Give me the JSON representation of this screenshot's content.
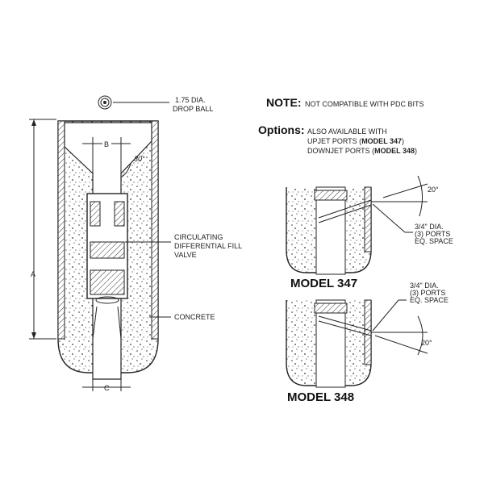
{
  "drop_ball": {
    "line1": "1.75 DIA.",
    "line2": "DROP BALL"
  },
  "dimensions": {
    "a": "A",
    "b": "B",
    "c": "C",
    "angle_main": "30°"
  },
  "callouts": {
    "valve_line1": "CIRCULATING",
    "valve_line2": "DIFFERENTIAL FILL",
    "valve_line3": "VALVE",
    "concrete": "CONCRETE"
  },
  "note": {
    "label": "NOTE:",
    "text": "NOT COMPATIBLE WITH PDC BITS"
  },
  "options": {
    "label": "Options:",
    "line1": "ALSO AVAILABLE WITH",
    "line2_prefix": "UPJET PORTS (",
    "line2_model": "MODEL 347",
    "line2_suffix": ")",
    "line3_prefix": "DOWNJET PORTS (",
    "line3_model": "MODEL 348",
    "line3_suffix": ")"
  },
  "model_347": {
    "title": "MODEL 347",
    "angle": "20°",
    "port_line1": "3/4\" DIA.",
    "port_line2": "(3) PORTS",
    "port_line3": "EQ. SPACE"
  },
  "model_348": {
    "title": "MODEL 348",
    "angle": "20°",
    "port_line1": "3/4\" DIA.",
    "port_line2": "(3) PORTS",
    "port_line3": "EQ. SPACE"
  }
}
